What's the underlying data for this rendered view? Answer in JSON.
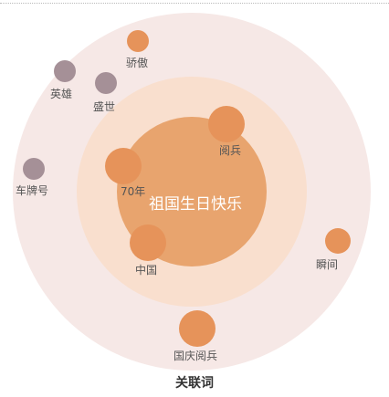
{
  "center_keyword": "祖国生日快乐",
  "caption": "关联词",
  "colors": {
    "outer_ring": "#f6e8e6",
    "middle_ring": "#f9dfce",
    "center_disc": "#e8a46e",
    "node_orange": "#e6935a",
    "node_gray": "#a59097"
  },
  "nodes": [
    {
      "id": "jiao-ao",
      "label": "骄傲",
      "tier": "outer",
      "color": "node_orange"
    },
    {
      "id": "ying-xiong",
      "label": "英雄",
      "tier": "outer",
      "color": "node_gray"
    },
    {
      "id": "sheng-shi",
      "label": "盛世",
      "tier": "outer",
      "color": "node_gray"
    },
    {
      "id": "yue-bing",
      "label": "阅兵",
      "tier": "inner",
      "color": "node_orange"
    },
    {
      "id": "che-pai-hao",
      "label": "车牌号",
      "tier": "outer",
      "color": "node_gray"
    },
    {
      "id": "70-nian",
      "label": "70年",
      "tier": "inner",
      "color": "node_orange"
    },
    {
      "id": "zhong-guo",
      "label": "中国",
      "tier": "inner",
      "color": "node_orange"
    },
    {
      "id": "shun-jian",
      "label": "瞬间",
      "tier": "outer",
      "color": "node_orange"
    },
    {
      "id": "guo-qing-yue-bing",
      "label": "国庆阅兵",
      "tier": "outer",
      "color": "node_orange"
    }
  ]
}
